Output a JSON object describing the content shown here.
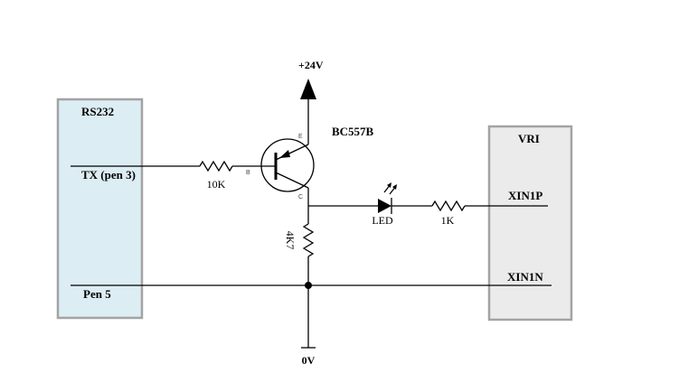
{
  "diagram": {
    "rs232": {
      "title": "RS232",
      "tx_label": "TX (pen 3)",
      "pen5_label": "Pen 5"
    },
    "supply": {
      "label": "+24V"
    },
    "ground": {
      "label": "0V"
    },
    "transistor": {
      "part": "BC557B",
      "base": "B",
      "emitter": "E",
      "collector": "C"
    },
    "resistors": {
      "base": "10K",
      "pulldown": "4K7",
      "led_series": "1K"
    },
    "led": {
      "label": "LED"
    },
    "vri": {
      "title": "VRI",
      "pin_p": "XIN1P",
      "pin_n": "XIN1N"
    }
  },
  "colors": {
    "rs232_fill": "#dcedf3",
    "vri_fill": "#ebebeb",
    "box_border": "#a3a3a3",
    "wire": "#000000"
  }
}
